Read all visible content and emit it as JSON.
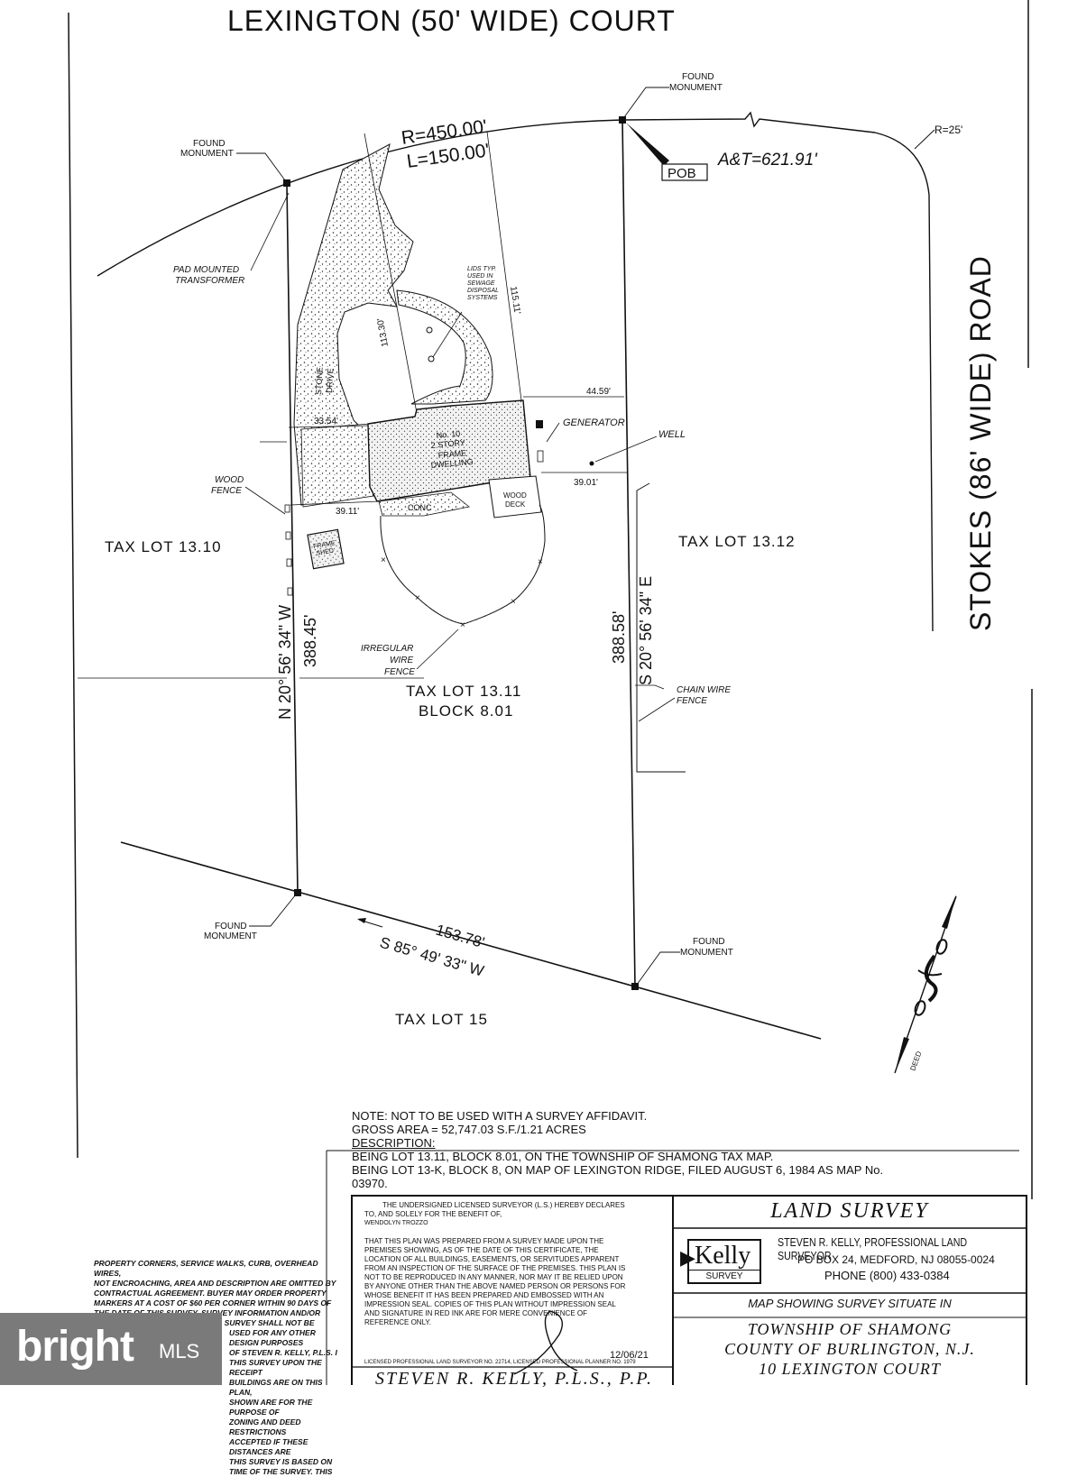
{
  "roads": {
    "lexington": "LEXINGTON (50' WIDE) COURT",
    "stokes": "STOKES (86' WIDE) ROAD"
  },
  "curve": {
    "radius": "R=450.00'",
    "length": "L=150.00'",
    "at": "A&T=621.91'",
    "corner_radius": "R=25'"
  },
  "pob": "POB",
  "monuments": {
    "top_left": [
      "FOUND",
      "MONUMENT"
    ],
    "top_right": [
      "FOUND",
      "MONUMENT"
    ],
    "bottom_left": [
      "FOUND",
      "MONUMENT"
    ],
    "bottom_right": [
      "FOUND",
      "MONUMENT"
    ]
  },
  "labels": {
    "transformer": [
      "PAD MOUNTED",
      "TRANSFORMER"
    ],
    "lids": [
      "LIDS TYP.",
      "USED IN",
      "SEWAGE",
      "DISPOSAL",
      "SYSTEMS"
    ],
    "stone_drive": [
      "STONE",
      "DRIVE"
    ],
    "dwelling": [
      "No. 10",
      "2 STORY",
      "FRAME",
      "DWELLING"
    ],
    "generator": "GENERATOR",
    "well": "WELL",
    "wood_fence": [
      "WOOD",
      "FENCE"
    ],
    "conc": "CONC",
    "wood_deck": [
      "WOOD",
      "DECK"
    ],
    "frame_shed": [
      "FRAME",
      "SHED"
    ],
    "irregular_fence": [
      "IRREGULAR",
      "WIRE",
      "FENCE"
    ],
    "chain_fence": [
      "CHAIN WIRE",
      "FENCE"
    ],
    "deed": "DEED"
  },
  "dims": {
    "d113": "113.30'",
    "d115": "115.11'",
    "d44": "44.59'",
    "d33": "33.54'",
    "d39a": "39.01'",
    "d39b": "39.11'",
    "west_bearing": "N 20° 56' 34\" W",
    "west_dist": "388.45'",
    "east_bearing": "S 20° 56' 34\" E",
    "east_dist": "388.58'",
    "south_dist": "153.78'",
    "south_bearing": "S 85° 49' 33\" W"
  },
  "lots": {
    "lot_1310": "TAX LOT 13.10",
    "lot_1312": "TAX LOT 13.12",
    "lot_1311": "TAX LOT 13.11",
    "block": "BLOCK 8.01",
    "lot_15": "TAX LOT 15"
  },
  "notes": {
    "line1": "NOTE: NOT TO BE USED WITH A SURVEY AFFIDAVIT.",
    "line2": "GROSS AREA = 52,747.03 S.F./1.21 ACRES",
    "line3": "DESCRIPTION:",
    "line4": "BEING LOT 13.11, BLOCK 8.01, ON THE TOWNSHIP OF SHAMONG TAX MAP.",
    "line5": "BEING LOT 13-K, BLOCK 8, ON MAP OF LEXINGTON RIDGE, FILED AUGUST 6, 1984 AS MAP No.",
    "line6": "03970."
  },
  "certification": {
    "l1": "THE UNDERSIGNED LICENSED SURVEYOR (L.S.) HEREBY DECLARES",
    "l2": "TO, AND SOLELY FOR THE BENEFIT OF,",
    "l3": "WENDOLYN TROZZO",
    "l4": "THAT THIS PLAN WAS PREPARED FROM A SURVEY MADE UPON THE",
    "l5": "PREMISES SHOWING, AS OF THE DATE OF THIS CERTIFICATE, THE",
    "l6": "LOCATION OF ALL BUILDINGS, EASEMENTS, OR SERVITUDES APPARENT",
    "l7": "FROM AN INSPECTION OF THE SURFACE OF THE PREMISES. THIS PLAN IS",
    "l8": "NOT TO BE REPRODUCED IN ANY MANNER, NOR MAY IT BE RELIED UPON",
    "l9": "BY ANYONE OTHER THAN THE ABOVE NAMED PERSON OR PERSONS FOR",
    "l10": "WHOSE BENEFIT IT HAS BEEN PREPARED AND EMBOSSED WITH AN",
    "l11": "IMPRESSION SEAL. COPIES OF THIS PLAN WITHOUT IMPRESSION SEAL",
    "l12": "AND SIGNATURE IN RED INK ARE FOR MERE CONVENIENCE OF",
    "l13": "REFERENCE ONLY.",
    "date": "12/06/21",
    "license": "LICENSED PROFESSIONAL LAND SURVEYOR No. 22714, LICENSED PROFESSIONAL PLANNER No. 1979",
    "signature": "STEVEN R. KELLY, P.L.S., P.P."
  },
  "property_note": {
    "l1": "PROPERTY CORNERS, SERVICE WALKS, CURB, OVERHEAD WIRES,",
    "l2": "NOT ENCROACHING, AREA AND DESCRIPTION ARE OMITTED BY",
    "l3": "CONTRACTUAL AGREEMENT. BUYER MAY ORDER PROPERTY",
    "l4": "MARKERS AT A COST OF $60 PER CORNER WITHIN 90 DAYS OF",
    "l5": "THE DATE OF THIS SURVEY. SURVEY INFORMATION AND/OR",
    "l6": "TOPOGRAPHY DEPICTED ON THIS SURVEY SHALL NOT BE",
    "l7": "USED FOR ANY OTHER DESIGN PURPOSES",
    "l8": "OF STEVEN R. KELLY, P.L.S. I",
    "l9": "THIS SURVEY UPON THE RECEIPT",
    "l10": "BUILDINGS ARE ON THIS PLAN,",
    "l11": "SHOWN ARE FOR THE PURPOSE OF",
    "l12": "ZONING AND DEED RESTRICTIONS",
    "l13": "ACCEPTED IF THESE DISTANCES ARE",
    "l14": "THIS SURVEY IS BASED ON",
    "l15": "TIME OF THE SURVEY. THIS"
  },
  "title_block": {
    "title": "LAND SURVEY",
    "logo_name": "Kelly",
    "logo_sub": "SURVEY",
    "firm": "STEVEN R. KELLY, PROFESSIONAL LAND SURVEYOR",
    "address": "PO BOX 24, MEDFORD, NJ 08055-0024",
    "phone": "PHONE (800) 433-0384",
    "map_showing": "MAP SHOWING SURVEY SITUATE IN",
    "township": "TOWNSHIP OF SHAMONG",
    "county": "COUNTY OF BURLINGTON, N.J.",
    "address_line": "10 LEXINGTON COURT"
  },
  "watermark": {
    "brand": "bright",
    "suffix": "MLS"
  }
}
